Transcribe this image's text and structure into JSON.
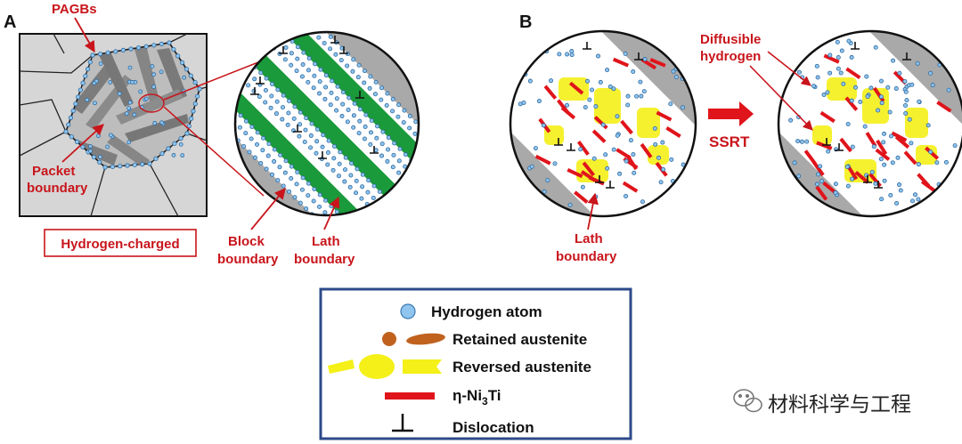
{
  "panels": {
    "a_letter": "A",
    "b_letter": "B"
  },
  "labels": {
    "pagbs": "PAGBs",
    "packet_l1": "Packet",
    "packet_l2": "boundary",
    "charged": "Hydrogen-charged",
    "block_l1": "Block",
    "block_l2": "boundary",
    "lath_l1": "Lath",
    "lath_l2": "boundary",
    "b_lath_l1": "Lath",
    "b_lath_l2": "boundary",
    "diff_l1": "Diffusible",
    "diff_l2": "hydrogen",
    "ssrt": "SSRT"
  },
  "legend": [
    {
      "key": "hydrogen-atom",
      "text": "Hydrogen atom"
    },
    {
      "key": "retained-austenite",
      "text": "Retained austenite"
    },
    {
      "key": "reversed-austenite",
      "text": "Reversed austenite"
    },
    {
      "key": "eta-ni3ti",
      "text": "η-Ni",
      "sub": "3",
      "tail": "Ti"
    },
    {
      "key": "dislocation",
      "text": "Dislocation"
    }
  ],
  "watermark": "材料科学与工程",
  "colors": {
    "accent_red": "#c8151b",
    "lath_green": "#1a9a3a",
    "grain_gray": "#d6d6d6",
    "dark_gray": "#777777",
    "hydrogen_blue": "#8fc5ee",
    "austenite_yellow": "#f4f018",
    "retained_brown": "#c0621e",
    "legend_border": "#2c4a8a"
  }
}
